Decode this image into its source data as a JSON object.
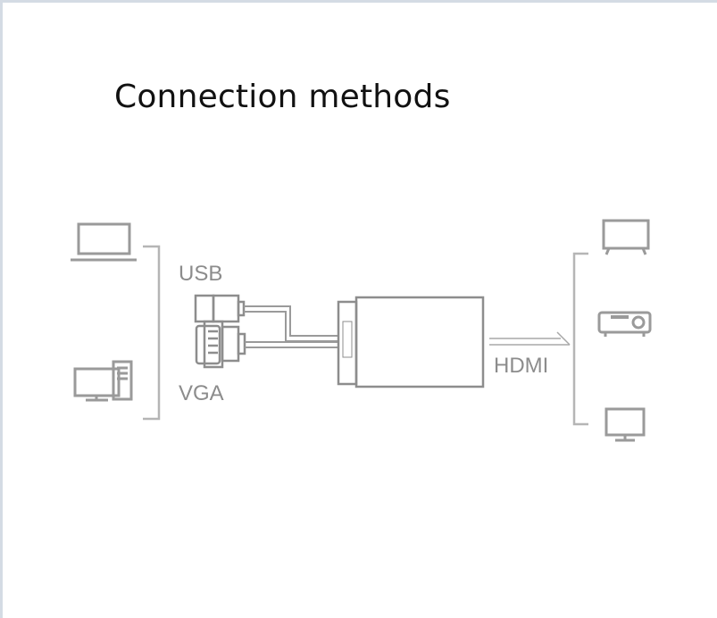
{
  "title": "Connection methods",
  "labels": {
    "usb": "USB",
    "vga": "VGA",
    "hdmi": "HDMI"
  },
  "colors": {
    "line": "#b5b5b5",
    "device": "#9a9a9a",
    "adapter": "#8d8d8d"
  },
  "icons": {
    "sources": [
      "laptop-icon",
      "desktop-computer-icon"
    ],
    "adapter": [
      "usb-plug-icon",
      "vga-plug-icon",
      "adapter-box-icon"
    ],
    "outputs": [
      "tv-icon",
      "projector-icon",
      "monitor-icon"
    ]
  }
}
